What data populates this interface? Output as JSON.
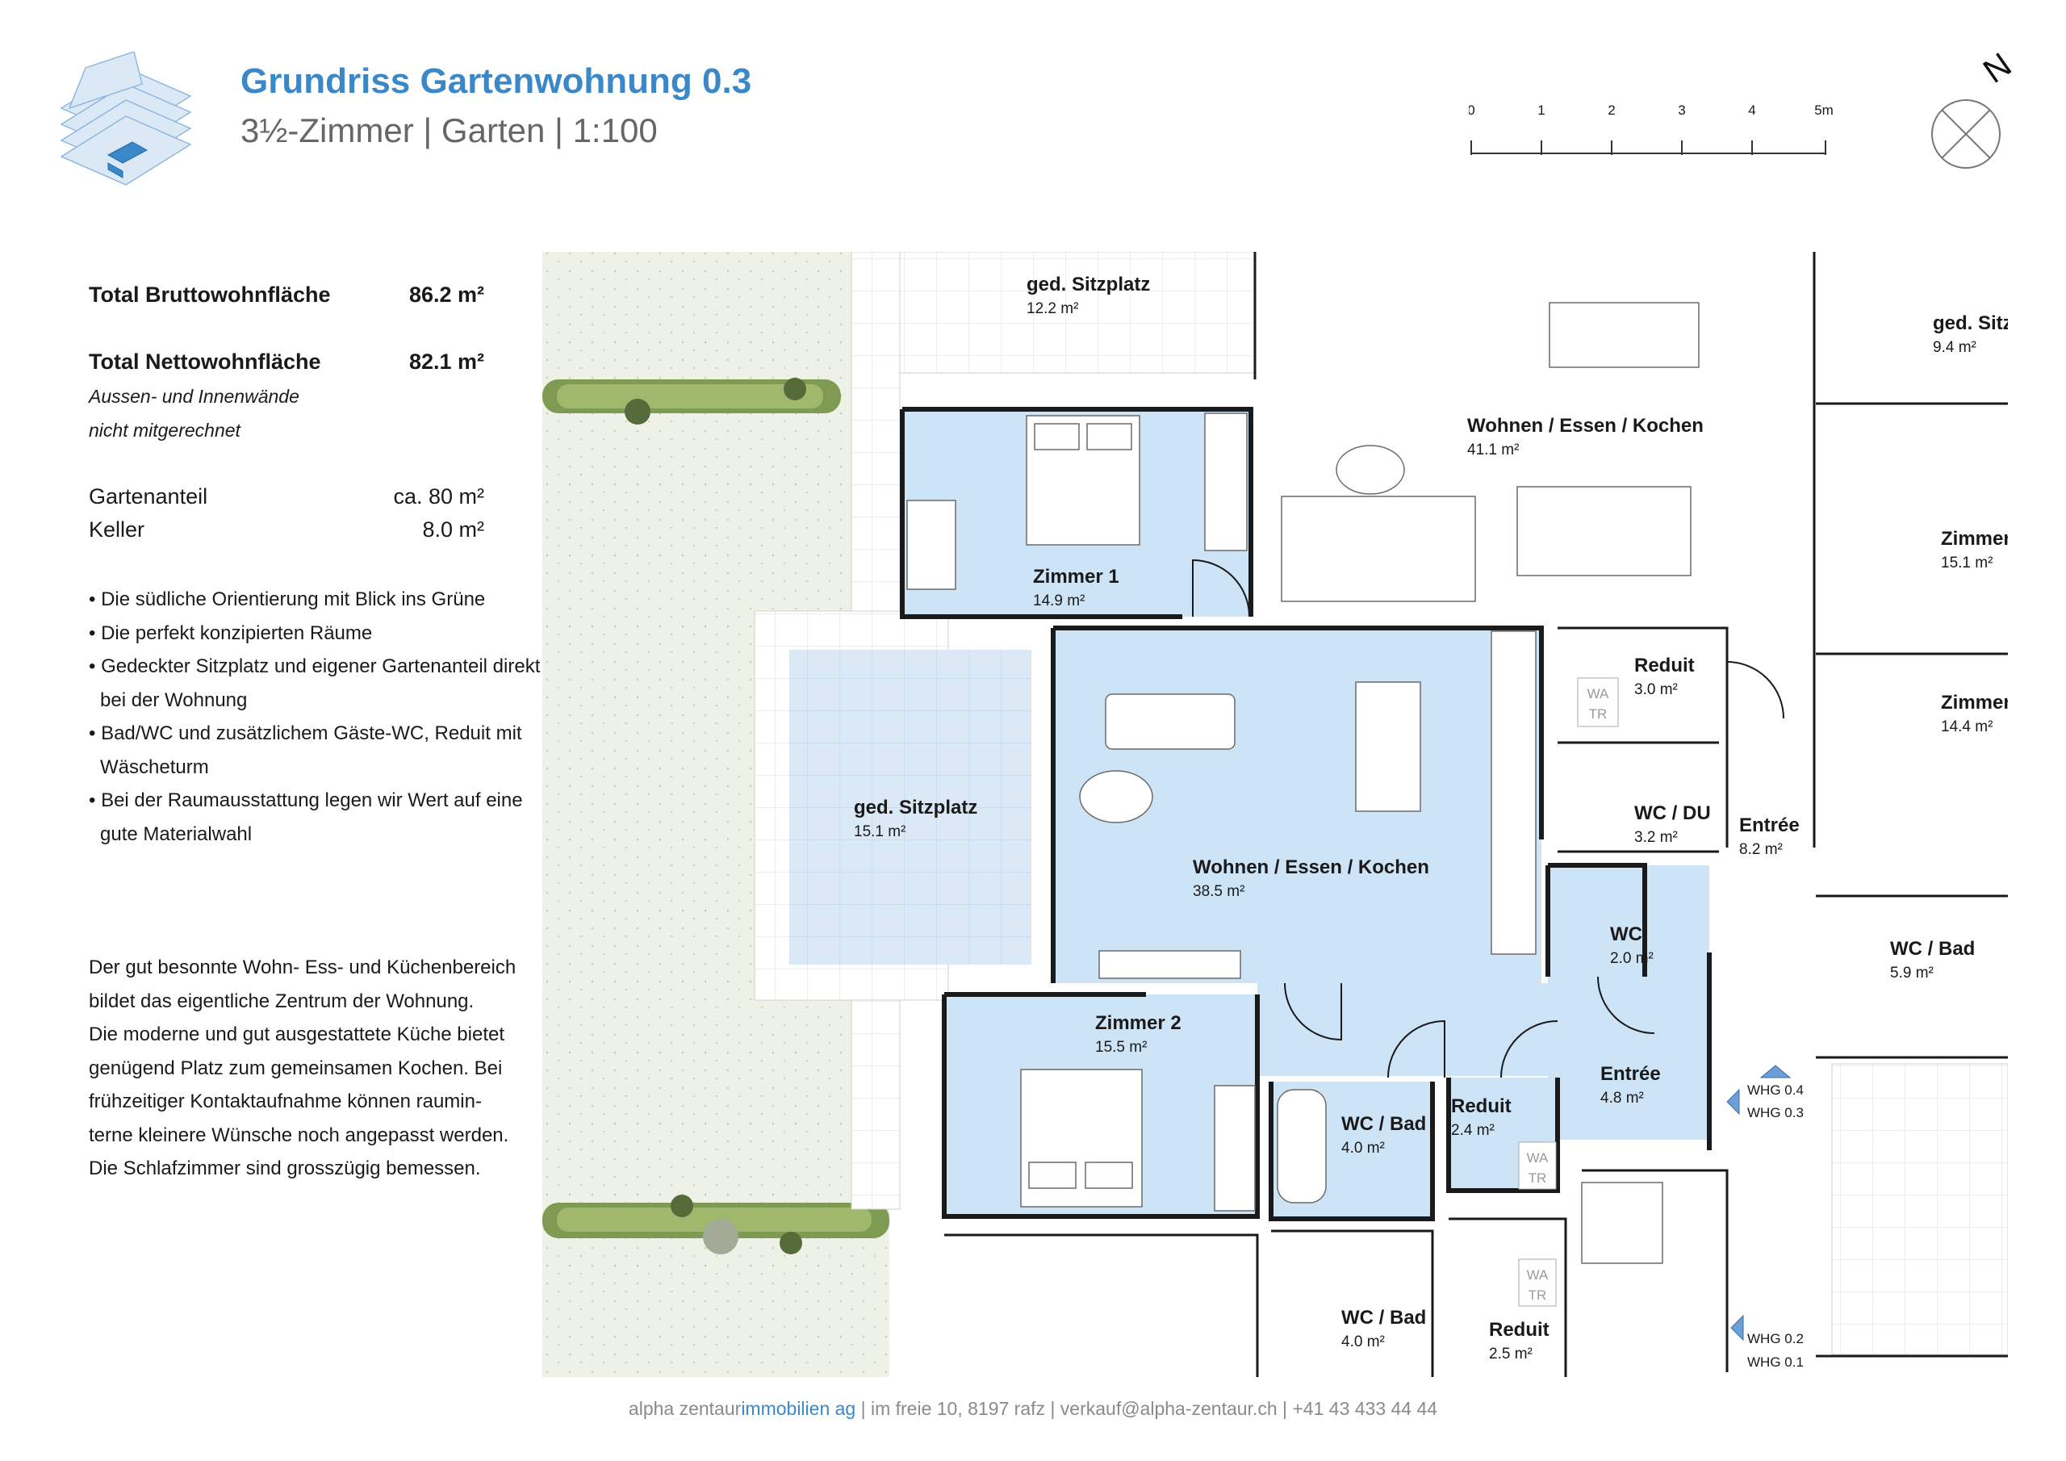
{
  "header": {
    "title": "Grundriss Gartenwohnung 0.3",
    "subtitle": "3½-Zimmer | Garten | 1:100"
  },
  "scale": {
    "ticks": [
      "0",
      "1",
      "2",
      "3",
      "4",
      "5m"
    ]
  },
  "north": {
    "label": "N"
  },
  "areas": {
    "brutto_label": "Total Bruttowohnfläche",
    "brutto_value": "86.2 m²",
    "netto_label": "Total Nettowohnfläche",
    "netto_value": "82.1 m²",
    "netto_note_1": "Aussen- und Innenwände",
    "netto_note_2": "nicht mitgerechnet",
    "garten_label": "Gartenanteil",
    "garten_value": "ca. 80 m²",
    "keller_label": "Keller",
    "keller_value": "8.0 m²"
  },
  "features": [
    "• Die südliche Orientierung mit Blick ins Grüne",
    "• Die perfekt konzipierten Räume",
    "• Gedeckter Sitzplatz und eigener Gartenanteil direkt bei der Wohnung",
    "• Bad/WC und zusätzlichem Gäste-WC, Reduit mit Wäscheturm",
    "• Bei der Raumausstattung legen wir Wert auf eine gute Materialwahl"
  ],
  "description": [
    "Der gut besonnte Wohn- Ess- und Küchenbereich",
    "bildet das eigentliche Zentrum der Wohnung.",
    "Die moderne und gut ausgestattete Küche bietet",
    "genügend Platz zum gemeinsamen Kochen. Bei",
    "frühzeitiger Kontaktaufnahme können raumin-",
    "terne kleinere Wünsche noch angepasst werden.",
    "Die Schlafzimmer sind grosszügig bemessen."
  ],
  "plan": {
    "rooms": {
      "zimmer1": {
        "name": "Zimmer 1",
        "area": "14.9 m²"
      },
      "sitzplatz": {
        "name": "ged. Sitzplatz",
        "area": "15.1 m²"
      },
      "wohnen": {
        "name": "Wohnen / Essen / Kochen",
        "area": "38.5 m²"
      },
      "zimmer2": {
        "name": "Zimmer 2",
        "area": "15.5 m²"
      },
      "bad": {
        "name": "WC / Bad",
        "area": "4.0 m²"
      },
      "reduit": {
        "name": "Reduit",
        "area": "2.4 m²"
      },
      "entree": {
        "name": "Entrée",
        "area": "4.8 m²"
      },
      "wc": {
        "name": "WC",
        "area": "2.0 m²"
      }
    },
    "neighbor_rooms": {
      "sitzplatz_top": {
        "name": "ged. Sitzplatz",
        "area": "12.2 m²"
      },
      "wohnen_top": {
        "name": "Wohnen / Essen / Kochen",
        "area": "41.1 m²"
      },
      "reduit_top": {
        "name": "Reduit",
        "area": "3.0 m²"
      },
      "wcdu": {
        "name": "WC / DU",
        "area": "3.2 m²"
      },
      "entree_right": {
        "name": "Entrée",
        "area": "8.2 m²"
      },
      "sitz_right": {
        "name": "ged. Sitz",
        "area": "9.4 m²"
      },
      "zimmer_r1": {
        "name": "Zimmer",
        "area": "15.1 m²"
      },
      "zimmer_r2": {
        "name": "Zimmer",
        "area": "14.4 m²"
      },
      "wcbad_right": {
        "name": "WC / Bad",
        "area": "5.9 m²"
      },
      "wcbad_bottom": {
        "name": "WC / Bad",
        "area": "4.0 m²"
      },
      "reduit_bottom": {
        "name": "Reduit",
        "area": "2.5 m²"
      }
    },
    "watr": {
      "line1": "WA",
      "line2": "TR"
    },
    "whg": [
      "WHG 0.4",
      "WHG 0.3",
      "WHG 0.2",
      "WHG 0.1"
    ]
  },
  "footer": {
    "company_a": "alpha zentaur",
    "company_b": "immobilien ag",
    "contact": " | im freie 10, 8197 rafz | verkauf@alpha-zentaur.ch | +41 43 433 44 44"
  },
  "colors": {
    "accent": "#3b88c8",
    "room_fill": "#cde3f6",
    "garden": "#eef1e6"
  }
}
